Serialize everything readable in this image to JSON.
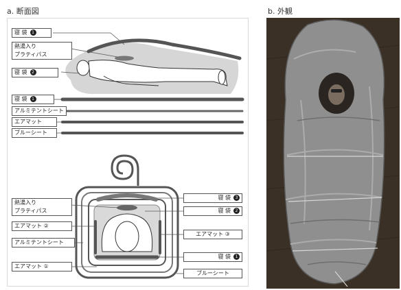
{
  "panel_a": {
    "caption": "a. 断面図",
    "side_view": {
      "labels": {
        "sleeping_bag_1": "寝 袋",
        "sleeping_bag_1_num": "1",
        "hot_water_bottle": "熱湯入り\nプラティパス",
        "sleeping_bag_2": "寝 袋",
        "sleeping_bag_2_num": "2"
      },
      "layers": [
        {
          "label": "寝 袋",
          "num": "1"
        },
        {
          "label": "アルミテントシート",
          "num": ""
        },
        {
          "label": "エアマット",
          "num": ""
        },
        {
          "label": "ブルーシート",
          "num": ""
        }
      ]
    },
    "cross_section": {
      "labels": {
        "hot_water_bottle": "熱湯入り\nプラティパス",
        "airmat_2": "エアマット ②",
        "alu_sheet": "アルミテントシート",
        "airmat_1": "エアマット ①",
        "bag_3": "寝 袋",
        "bag_3_num": "3",
        "bag_2": "寝 袋",
        "bag_2_num": "2",
        "airmat_3": "エアマット ③",
        "bag_1": "寝 袋",
        "bag_1_num": "1",
        "blue_sheet": "ブルーシート"
      }
    }
  },
  "panel_b": {
    "caption": "b. 外観"
  },
  "colors": {
    "bag_fill": "#c9c9c9",
    "layer_stroke": "#555555",
    "dark": "#333333",
    "photo_bg": "#3a3026",
    "tarp": "#8f8f8f"
  }
}
